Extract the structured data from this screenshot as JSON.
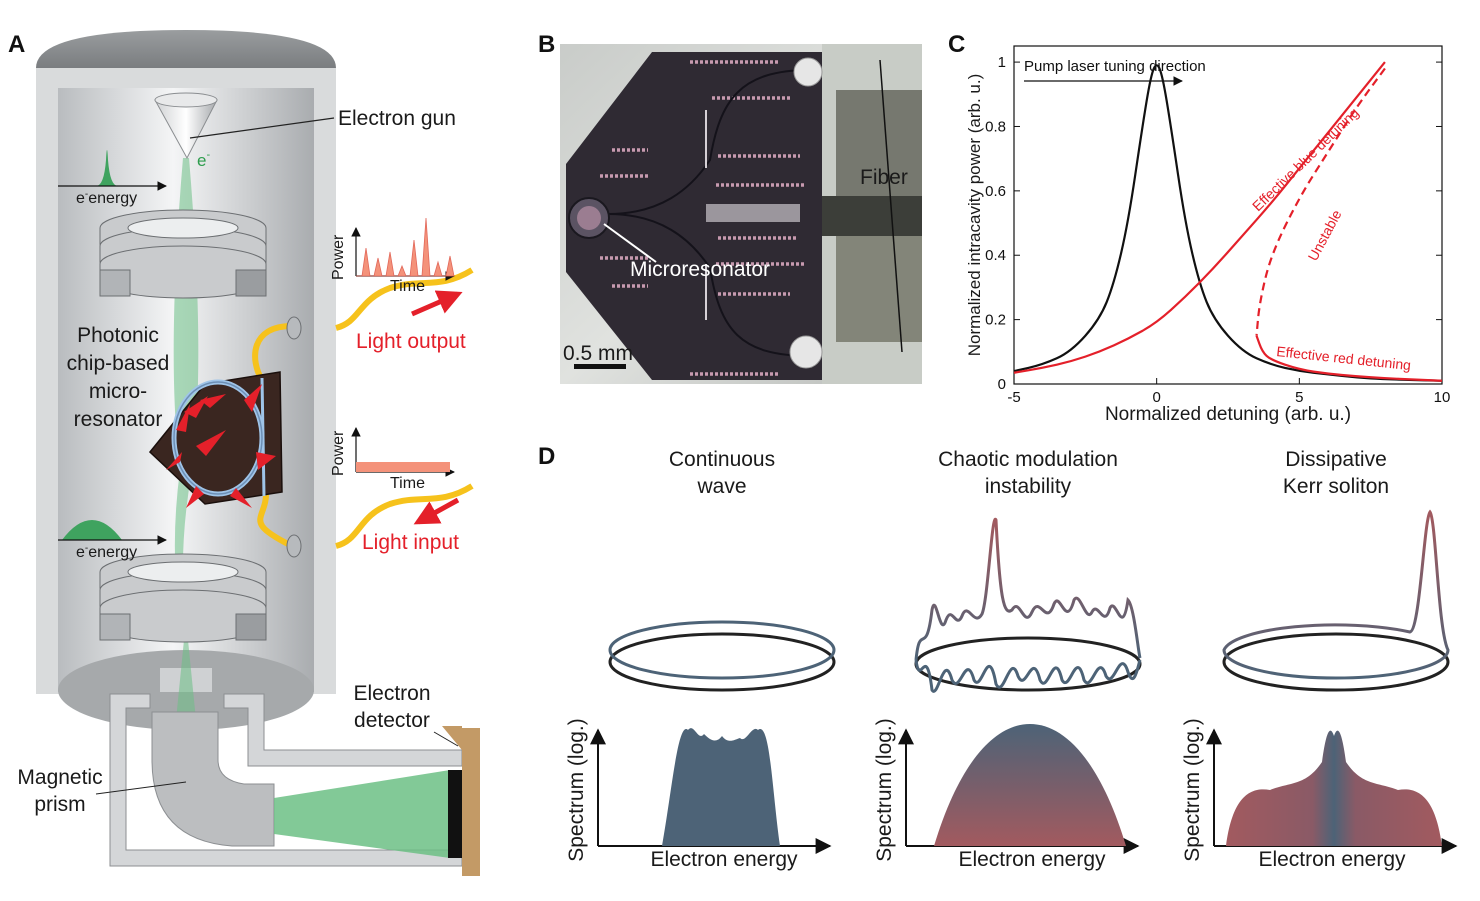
{
  "panels": {
    "a": "A",
    "b": "B",
    "c": "C",
    "d": "D"
  },
  "panel_a": {
    "electron_gun": "Electron gun",
    "e_symbol": "e",
    "e_sup": "-",
    "e_energy_symbol": "e",
    "e_energy_sup": "-",
    "e_energy_word": "energy",
    "chip_lines": [
      "Photonic",
      "chip-based",
      "micro-",
      "resonator"
    ],
    "power": "Power",
    "time": "Time",
    "light_output": "Light output",
    "light_input": "Light input",
    "electron_detector_lines": [
      "Electron",
      "detector"
    ],
    "magnetic_prism_lines": [
      "Magnetic",
      "prism"
    ]
  },
  "panel_b": {
    "microresonator": "Microresonator",
    "fiber": "Fiber",
    "scale": "0.5 mm"
  },
  "panel_c": {
    "arrow_label": "Pump laser tuning direction",
    "blue_label": "Effective blue detuning",
    "unstable_label": "Unstable",
    "red_label": "Effective red detuning"
  },
  "panel_d": {
    "titles": [
      [
        "Continuous",
        "wave"
      ],
      [
        "Chaotic modulation",
        "instability"
      ],
      [
        "Dissipative",
        "Kerr soliton"
      ]
    ],
    "ylabel": "Spectrum (log.)",
    "xlabel": "Electron energy"
  },
  "colors": {
    "green": "#6cbf85",
    "red": "#e4202a",
    "slate": "#4d6377",
    "rose": "#a25a5f",
    "yellow": "#f6c21c",
    "salmon": "#f4927a"
  },
  "chart_data": {
    "type": "line",
    "xlabel": "Normalized detuning (arb. u.)",
    "ylabel": "Normalized intracavity power (arb. u.)",
    "xlim": [
      -5,
      10
    ],
    "ylim": [
      0,
      1.05
    ],
    "xticks": [
      -5,
      0,
      5,
      10
    ],
    "yticks": [
      0,
      0.2,
      0.4,
      0.6,
      0.8,
      1
    ],
    "series": [
      {
        "color": "#111111",
        "style": "solid",
        "x": [
          -5,
          -4,
          -3,
          -2,
          -1.5,
          -1,
          -0.5,
          -0.2,
          0,
          0.2,
          0.5,
          1,
          1.5,
          2,
          3,
          4,
          5,
          6,
          7,
          8,
          10
        ],
        "y": [
          0.04,
          0.06,
          0.1,
          0.2,
          0.31,
          0.5,
          0.8,
          0.96,
          1.0,
          0.96,
          0.8,
          0.5,
          0.31,
          0.2,
          0.1,
          0.06,
          0.04,
          0.03,
          0.02,
          0.015,
          0.01
        ]
      },
      {
        "color": "#e4202a",
        "style": "solid",
        "x": [
          -5,
          -4,
          -3,
          -2,
          -1,
          0,
          1,
          2,
          3,
          4,
          5,
          6,
          7,
          8
        ],
        "y": [
          0.035,
          0.05,
          0.07,
          0.1,
          0.14,
          0.19,
          0.27,
          0.36,
          0.46,
          0.56,
          0.67,
          0.78,
          0.89,
          1.0
        ]
      },
      {
        "color": "#e4202a",
        "style": "dashed",
        "x": [
          8,
          7,
          6,
          5,
          4,
          3.6,
          3.5
        ],
        "y": [
          0.98,
          0.86,
          0.72,
          0.58,
          0.4,
          0.25,
          0.15
        ]
      },
      {
        "color": "#e4202a",
        "style": "solid",
        "x": [
          3.5,
          3.7,
          4,
          5,
          6,
          7,
          8,
          9,
          10
        ],
        "y": [
          0.15,
          0.1,
          0.075,
          0.045,
          0.032,
          0.024,
          0.018,
          0.014,
          0.01
        ]
      }
    ]
  }
}
